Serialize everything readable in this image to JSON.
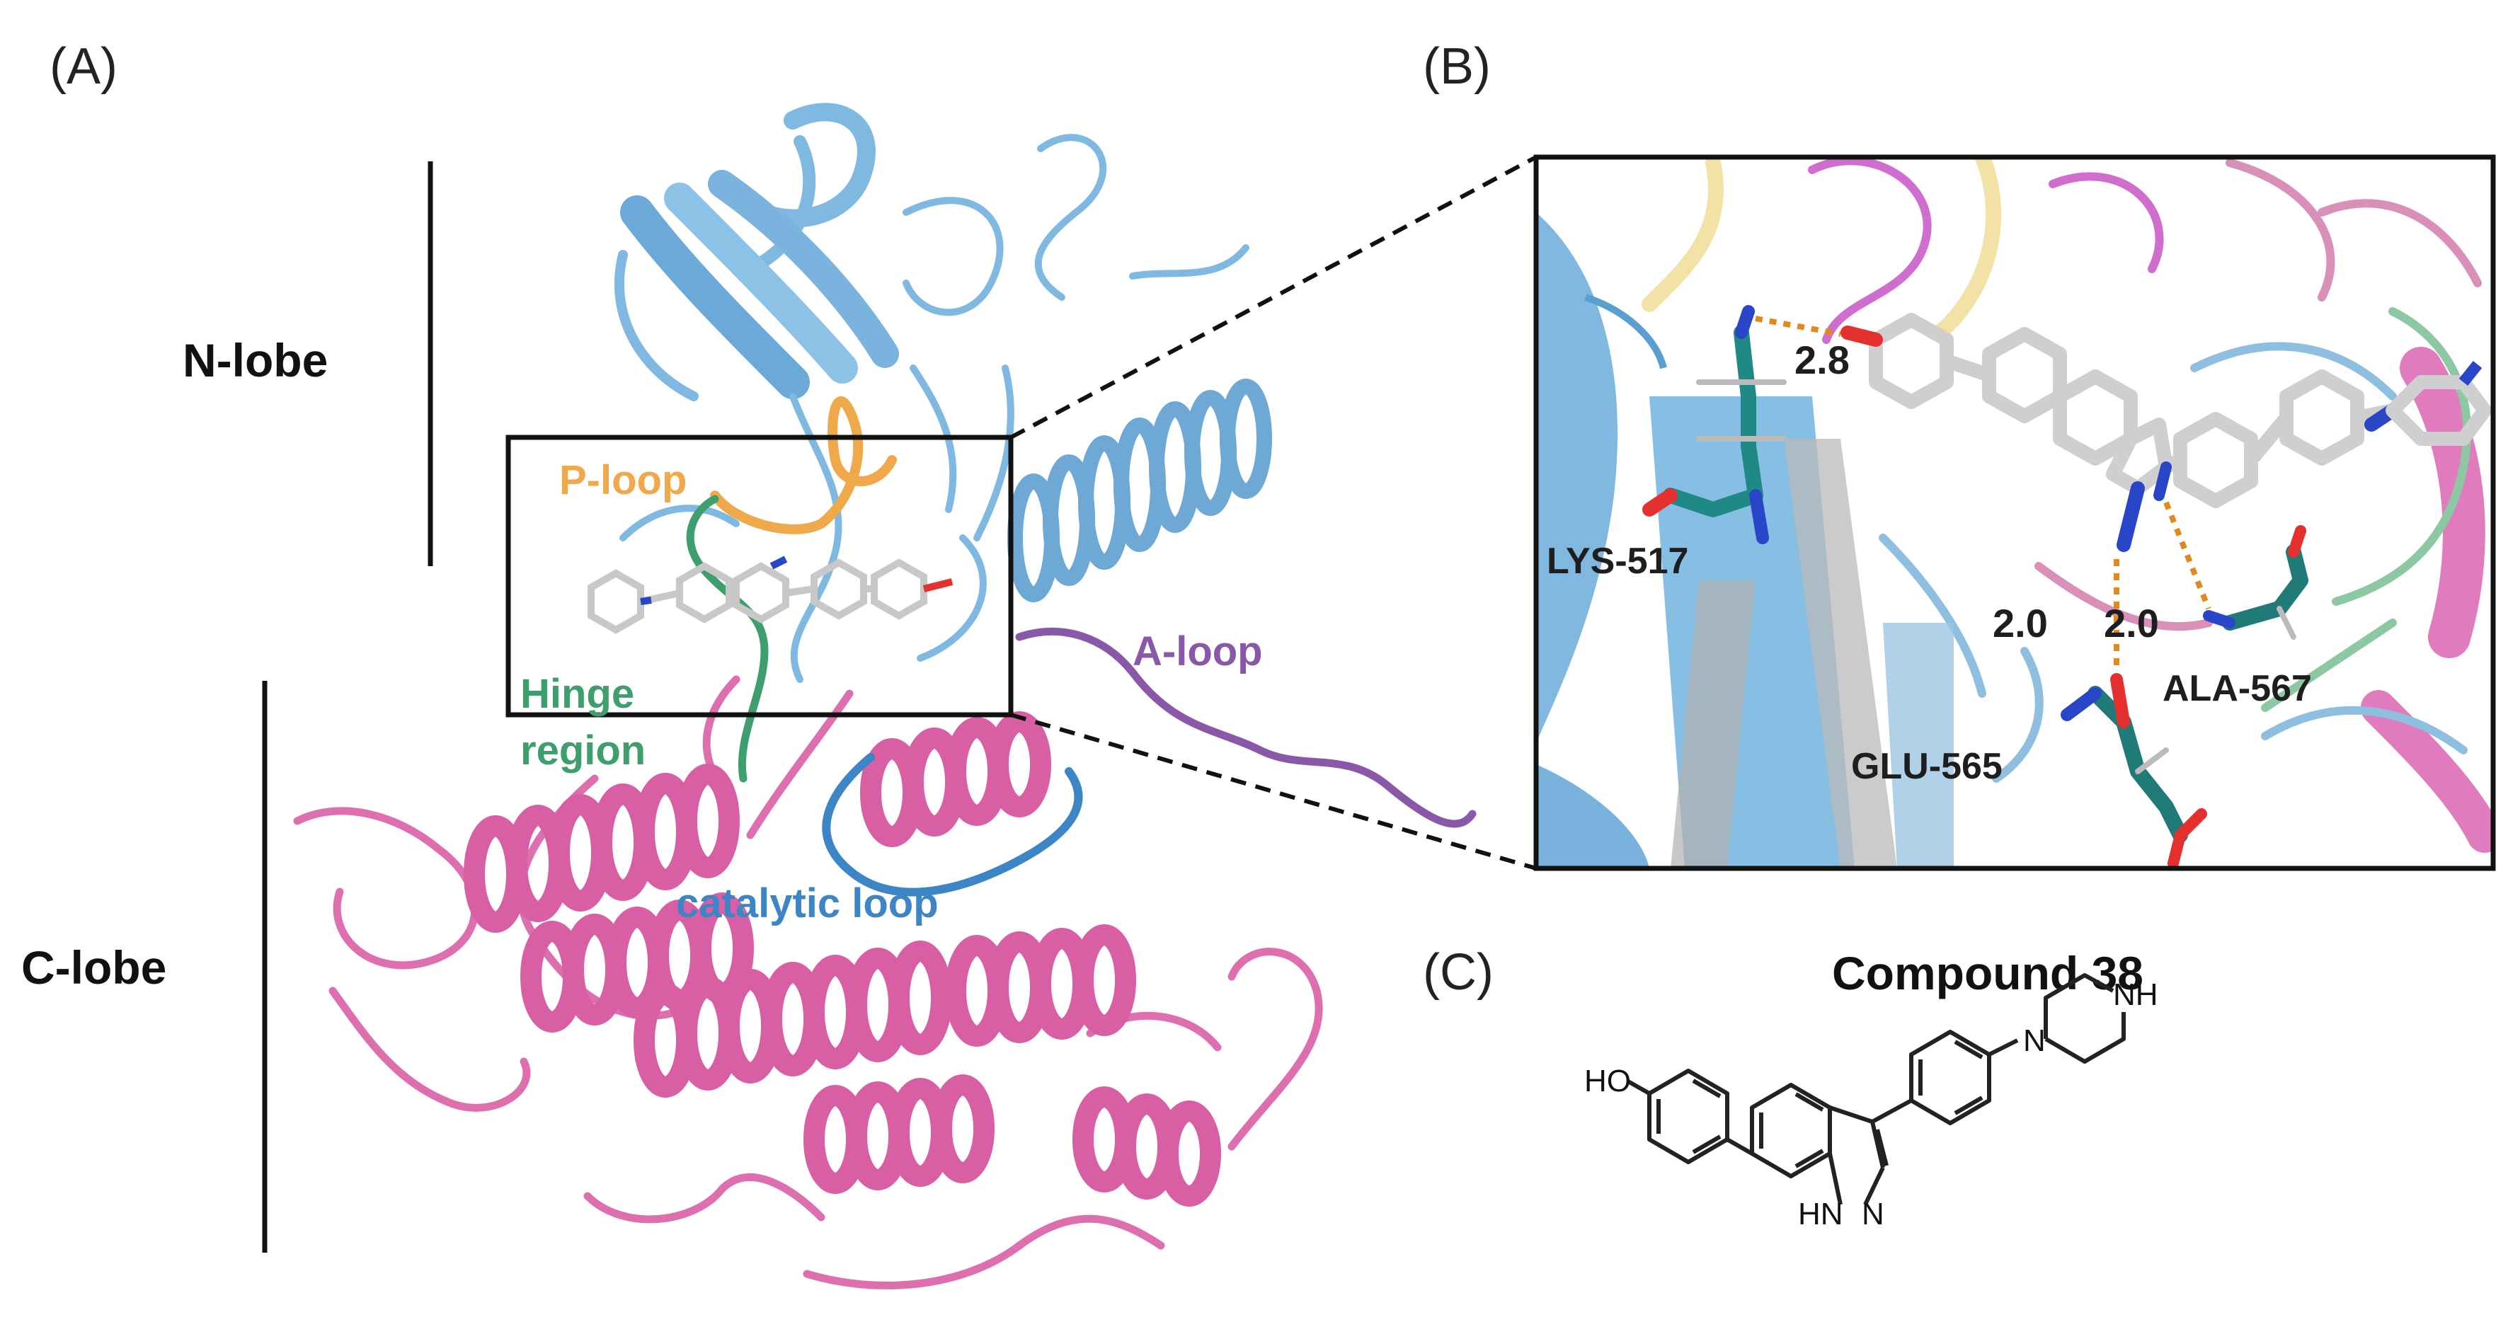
{
  "panels": {
    "a": {
      "label": "(A)"
    },
    "b": {
      "label": "(B)"
    },
    "c": {
      "label": "(C)"
    }
  },
  "lobes": {
    "n_lobe": "N-lobe",
    "c_lobe": "C-lobe"
  },
  "regions": {
    "p_loop": "P-loop",
    "hinge_line1": "Hinge",
    "hinge_line2": "region",
    "a_loop": "A-loop",
    "catalytic_loop": "catalytic loop"
  },
  "colors": {
    "n_lobe": "#7fb8e0",
    "c_lobe": "#de6fae",
    "p_loop": "#f0a94a",
    "hinge": "#3f9e6e",
    "a_loop": "#8a58a8",
    "catalytic_loop": "#3d86c6",
    "residue_carbon": "#1f8a85",
    "ligand_carbon": "#c8c8c8",
    "hbond": "#e08a1e"
  },
  "residues": {
    "lys": "LYS-517",
    "glu": "GLU-565",
    "ala": "ALA-567"
  },
  "distances": {
    "lys_ligand": "2.8",
    "glu_ligand": "2.0",
    "ala_ligand": "2.0"
  },
  "compound": {
    "title": "Compound 38",
    "atoms": {
      "ho": "HO",
      "nh": "NH",
      "n_pip": "N",
      "hn": "HN",
      "n": "N"
    }
  }
}
